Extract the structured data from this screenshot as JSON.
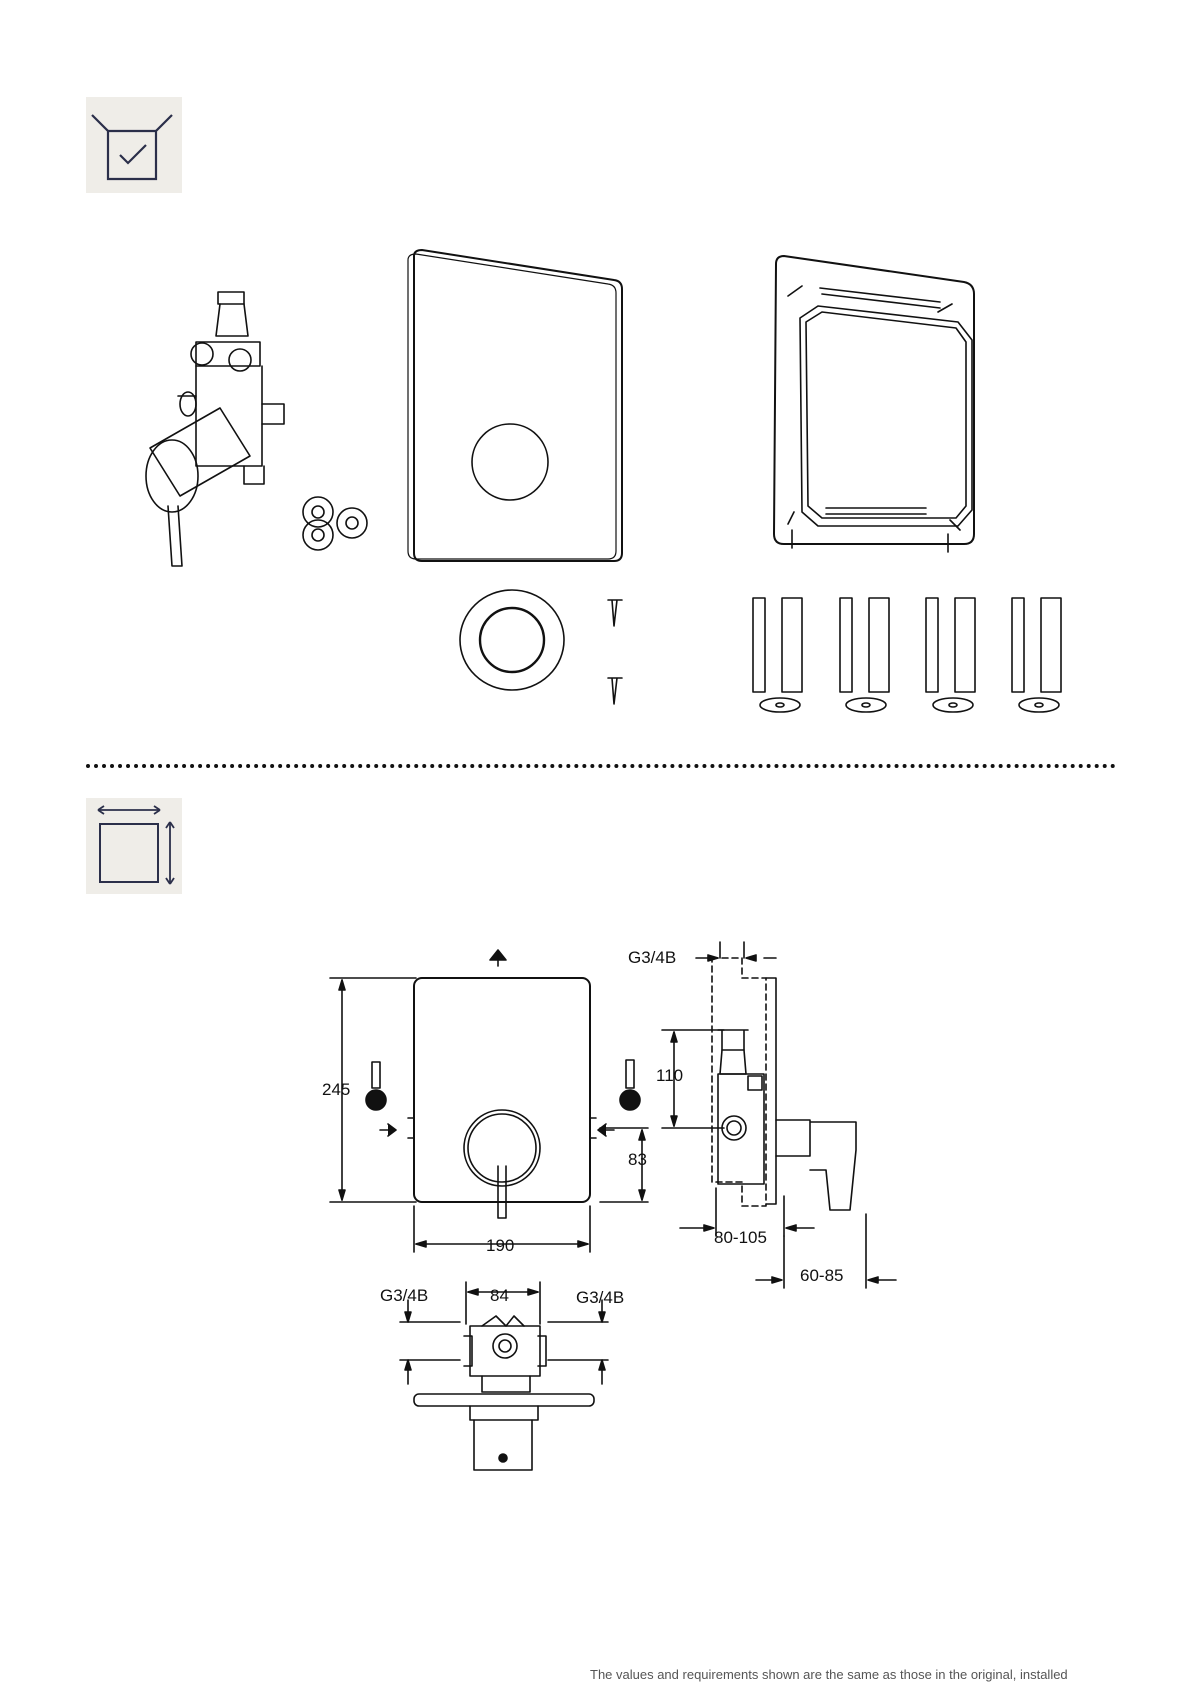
{
  "icons": {
    "scope_of_delivery": "box-check-icon",
    "dimensions": "dimensions-square-icon"
  },
  "dimensions": {
    "height": "245",
    "width": "190",
    "connection_spacing": "84",
    "handle_height": "83",
    "center_height": "110",
    "top_right_thread": "G3/4B",
    "bottom_left_thread": "G3/4B",
    "bottom_right_thread": "G3/4B",
    "installation_depth": "80-105",
    "handle_projection": "60-85"
  },
  "footer": {
    "text": "The values and requirements shown are the same as those in the original, installed"
  },
  "colors": {
    "stroke": "#111111",
    "icon_bg": "#efede8",
    "icon_stroke": "#2b2f4a"
  }
}
